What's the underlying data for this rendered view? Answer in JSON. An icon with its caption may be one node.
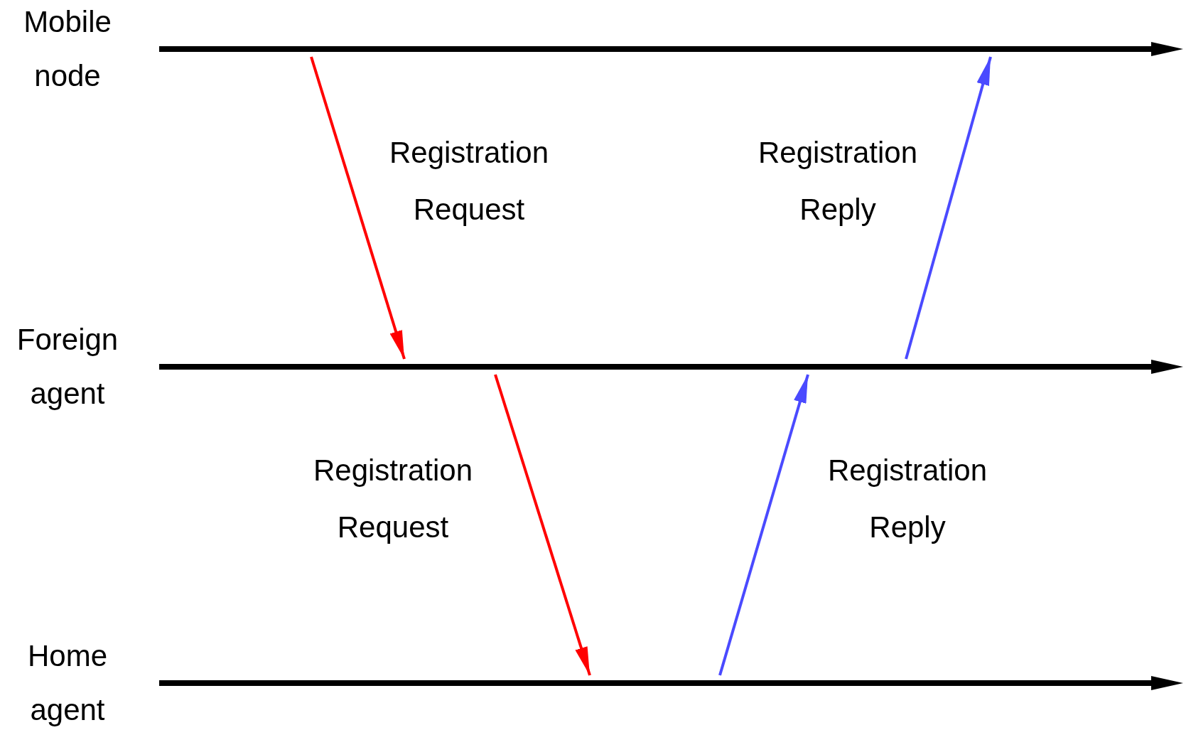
{
  "diagram": {
    "nodes": [
      {
        "text": [
          "Mobile node"
        ]
      },
      {
        "text": [
          "Foreign agent"
        ]
      },
      {
        "text": [
          "Home agent"
        ]
      }
    ],
    "edges": [
      {
        "from": 0,
        "to": 1,
        "arrow": "to",
        "label": "Registration Request",
        "color": "#ff0000"
      },
      {
        "from": 1,
        "to": 2,
        "arrow": "to",
        "label": "Registration Request",
        "color": "#ff0000"
      },
      {
        "from": 2,
        "to": 1,
        "arrow": "to",
        "label": "Registration Reply",
        "color": "#4a4aff"
      },
      {
        "from": 1,
        "to": 0,
        "arrow": "to",
        "label": "Registration Reply",
        "color": "#4a4aff"
      }
    ]
  }
}
